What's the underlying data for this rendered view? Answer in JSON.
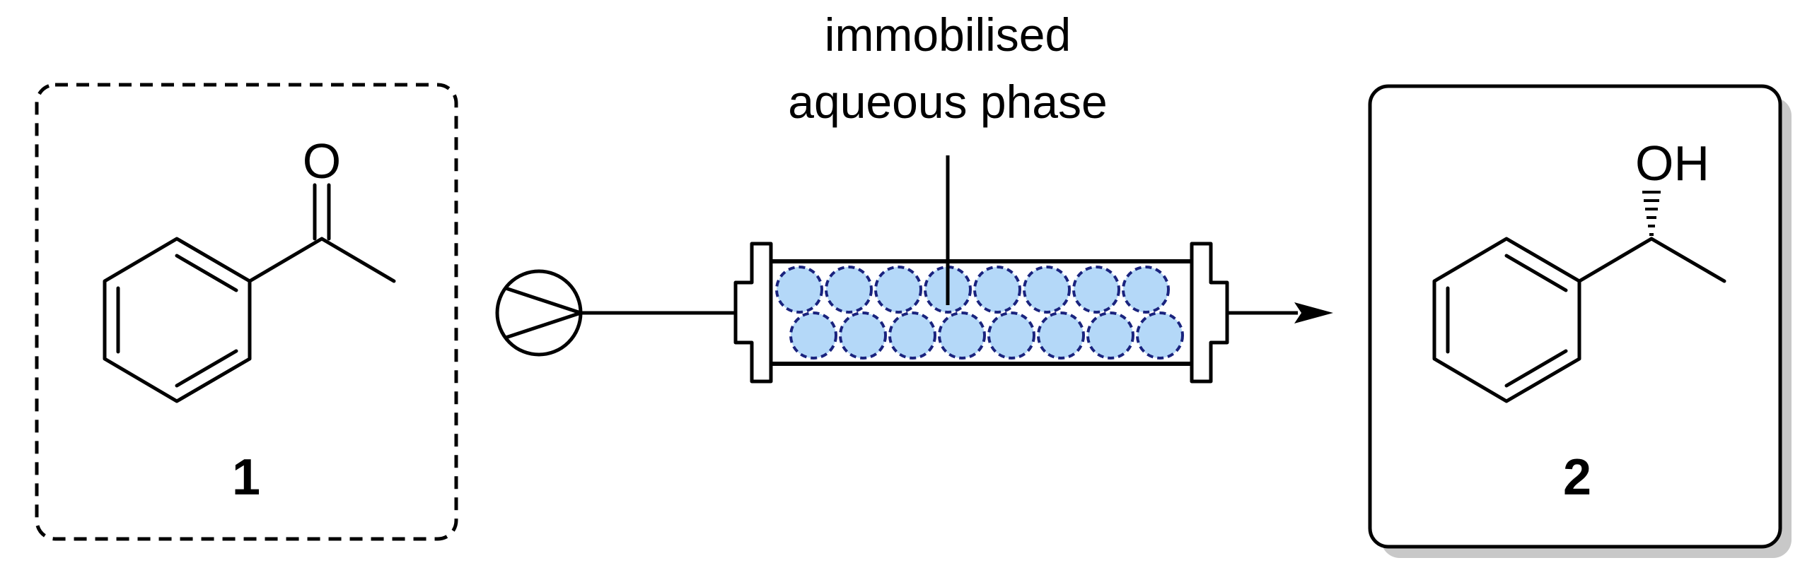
{
  "reactant": {
    "number": "1",
    "atom_O": "O"
  },
  "product": {
    "number": "2",
    "atom_OH": "OH"
  },
  "reactor": {
    "label_line1": "immobilised",
    "label_line2": "aqueous phase",
    "bead_fill": "#b4d8f8",
    "bead_stroke": "#1a237e"
  },
  "colors": {
    "line": "#000000",
    "shadow": "#c8c8c8"
  }
}
